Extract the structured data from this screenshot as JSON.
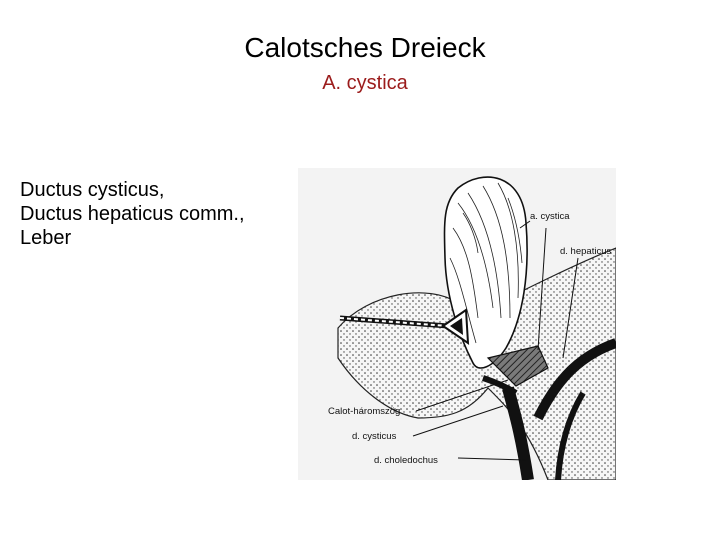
{
  "slide": {
    "title": "Calotsches Dreieck",
    "subtitle": "A. cystica",
    "subtitle_color": "#9b1b1b",
    "body_lines": [
      "Ductus cysticus,",
      "Ductus hepaticus comm.,",
      "Leber"
    ]
  },
  "figure": {
    "labels": {
      "a_cystica": "a. cystica",
      "d_hepaticus": "d. hepaticus",
      "calot": "Calot-háromszög",
      "d_cysticus": "d. cysticus",
      "d_choledochus": "d. choledochus"
    }
  }
}
